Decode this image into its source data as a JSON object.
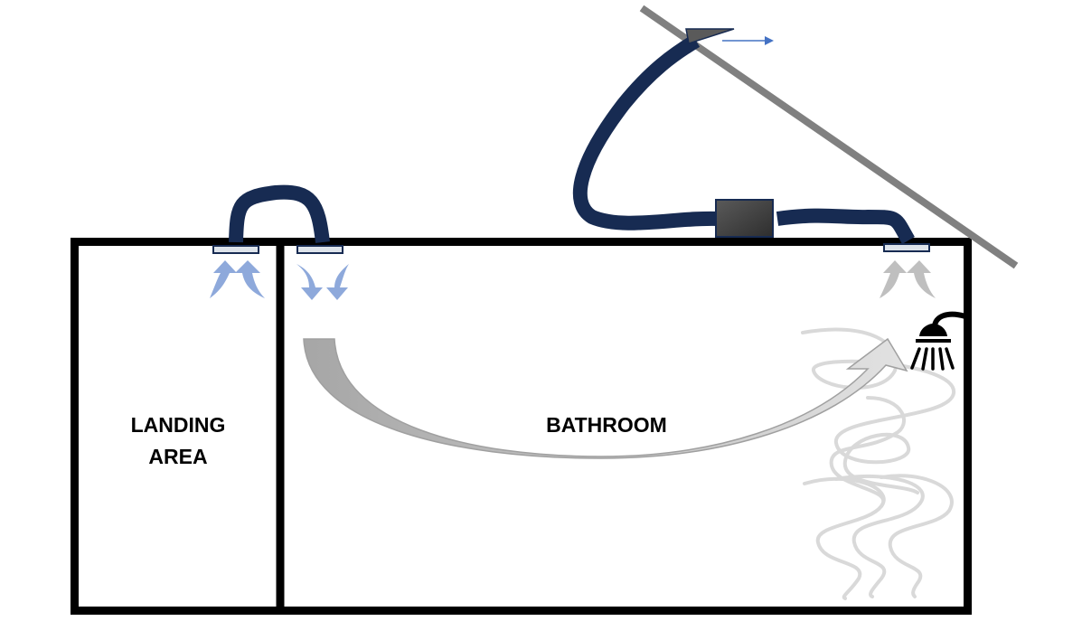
{
  "labels": {
    "landing": [
      "LANDING",
      "AREA"
    ],
    "bathroom": "BATHROOM"
  },
  "colors": {
    "duct": "#172B52",
    "wall": "#000000",
    "roof": "#808080",
    "supply_arrow": "#8EA9DB",
    "extract_arrow": "#BFBFBF",
    "exhaust_arrow": "#4472C4",
    "steam": "#D9D9D9"
  },
  "icons": [
    "shower-icon",
    "extractor-fan-icon",
    "roof-cowl-icon",
    "vent-grille-icon"
  ]
}
